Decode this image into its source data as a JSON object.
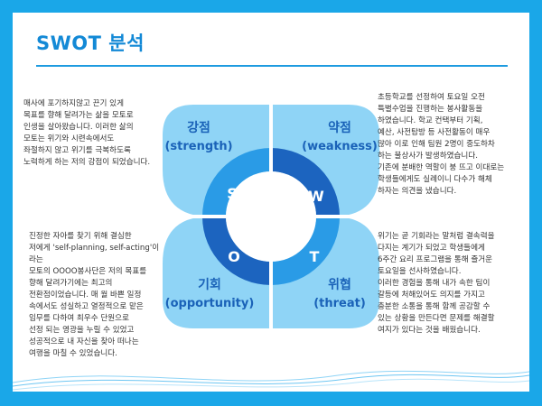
{
  "title": "SWOT 분석",
  "colors": {
    "frame": "#1aa7e8",
    "accent": "#1389d6",
    "quadrant_light": "#8fd4f6",
    "quadrant_mid": "#6ec6f2",
    "ring_dark": "#1c64bf",
    "ring_light": "#2a9be6",
    "label": "#1a62b8"
  },
  "quadrants": {
    "strength": {
      "title": "강점",
      "subtitle": "(strength)",
      "letter": "S"
    },
    "weakness": {
      "title": "약점",
      "subtitle": "(weakness)",
      "letter": "W"
    },
    "opportunity": {
      "title": "기회",
      "subtitle": "(opportunity)",
      "letter": "O"
    },
    "threat": {
      "title": "위협",
      "subtitle": "(threat)",
      "letter": "T"
    }
  },
  "paragraphs": {
    "strength": "매사에 포기하지않고 끈기 있게\n목표를 향해 달려가는 삶을 모토로\n인생을 살아왔습니다. 이러한 삶의\n모토는 위기와 시련속에서도\n좌절하지 않고 위기를 극복하도록\n노력하게 하는 저의 강점이 되었습니다.",
    "weakness": "초등학교를 선정하여 토요일 오전\n특별수업을 진행하는 봉사활동을\n하였습니다. 학교 컨택부터 기획,\n예산, 사전탐방 등 사전활동이 매우\n많아 이로 인해 팀원 2명이 중도하차\n하는 불상사가 발생하였습니다.\n기존에 분배한 역할이 붕 뜨고 이대로는\n학생들에게도 실례이니 다수가 해체\n하자는 의견을 냈습니다.",
    "opportunity": "진정한 자아를 찾기 위해 결심한\n저에게 'self-planning, self-acting'이라는\n모토의 OOOO봉사단은 저의 목표를\n향해 달려가기에는 최고의\n전환점이었습니다. 매 월 바쁜 일정\n속에서도 성실하고 열정적으로 맡은\n임무를 다하여 최우수 단원으로\n선정 되는 영광을 누릴 수 있었고\n성공적으로 내 자신을 찾아 떠나는\n여행을 마칠 수 있었습니다.",
    "threat": "위기는 곧 기회라는 말처럼 결속력을\n다지는 계기가 되었고 학생들에게\n6주간 요리 프로그램을 통해 즐거운\n토요일을 선사하였습니다.\n이러한 경험을 통해 내가 속한 팀이\n갈등에 처해있어도 의지를 가지고\n충분한 소통을 통해 함께 공감할 수\n있는 상황을 만든다면 문제를 해결할\n여지가 있다는 것을 배웠습니다."
  }
}
